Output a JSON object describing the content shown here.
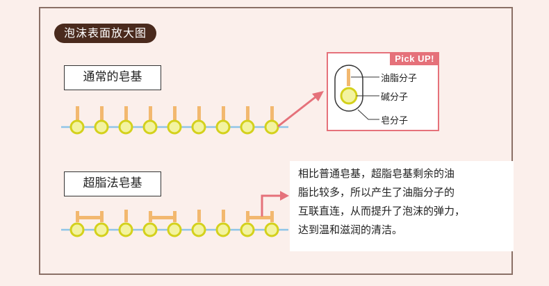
{
  "title": "泡沫表面放大图",
  "ordinary_soap_label": "通常的皂基",
  "superfat_soap_label": "超脂法皂基",
  "pick_up": {
    "tag": "Pick UP!",
    "labels": {
      "oil_molecule": "油脂分子",
      "alkali_molecule": "碱分子",
      "soap_molecule": "皂分子"
    }
  },
  "description": [
    "相比普通皂基，超脂皂基剩余的油",
    "脂比较多，所以产生了油脂分子的",
    "互联直连，从而提升了泡沫的弹力，",
    "达到温和滋润的清洁。"
  ],
  "colors": {
    "background": "#fbefeb",
    "title_bg": "#4a2a1d",
    "accent": "#e5717a",
    "oil": "#f2b86f",
    "alkali_fill": "#f3f3a0",
    "alkali_stroke": "#d4d11c",
    "line": "#8ec5e8"
  }
}
